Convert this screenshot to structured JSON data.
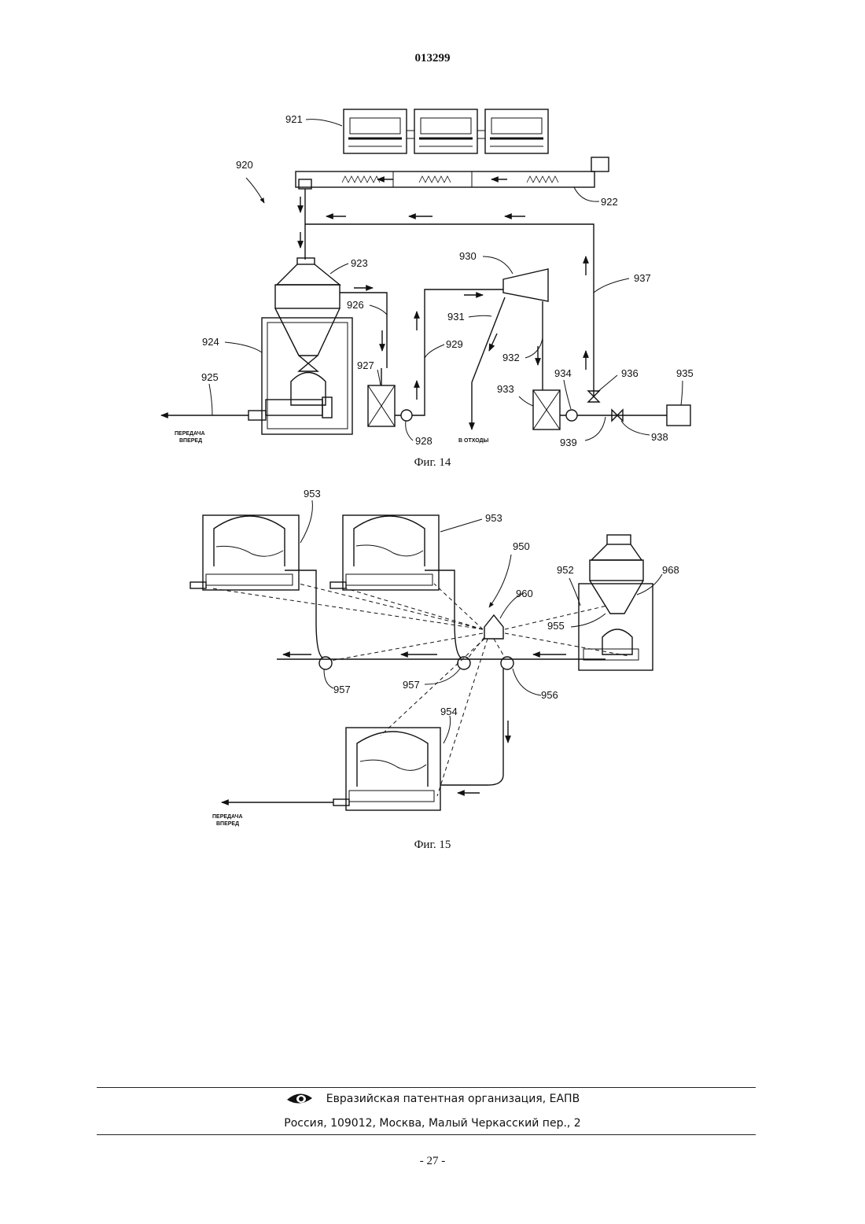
{
  "header": {
    "doc_number": "013299"
  },
  "fig14": {
    "caption": "Фиг. 14",
    "labels": {
      "l920": "920",
      "l921": "921",
      "l922": "922",
      "l923": "923",
      "l924": "924",
      "l925": "925",
      "l926": "926",
      "l927": "927",
      "l928": "928",
      "l929": "929",
      "l930": "930",
      "l931": "931",
      "l932": "932",
      "l933": "933",
      "l934": "934",
      "l935": "935",
      "l936": "936",
      "l937": "937",
      "l938": "938",
      "l939": "939"
    },
    "transfer_line1": "ПЕРЕДАЧА",
    "transfer_line2": "ВПЕРЕД",
    "waste": "В ОТХОДЫ"
  },
  "fig15": {
    "caption": "Фиг. 15",
    "labels": {
      "l950": "950",
      "l952": "952",
      "l953a": "953",
      "l953b": "953",
      "l954": "954",
      "l955": "955",
      "l956": "956",
      "l957a": "957",
      "l957b": "957",
      "l960": "960",
      "l968": "968"
    },
    "transfer_line1": "ПЕРЕДАЧА",
    "transfer_line2": "ВПЕРЕД"
  },
  "footer": {
    "organization": "Евразийская патентная организация, ЕАПВ",
    "address": "Россия, 109012, Москва, Малый Черкасский пер., 2",
    "page": "- 27 -"
  },
  "icons": {
    "logo": "eye-logo-icon"
  }
}
